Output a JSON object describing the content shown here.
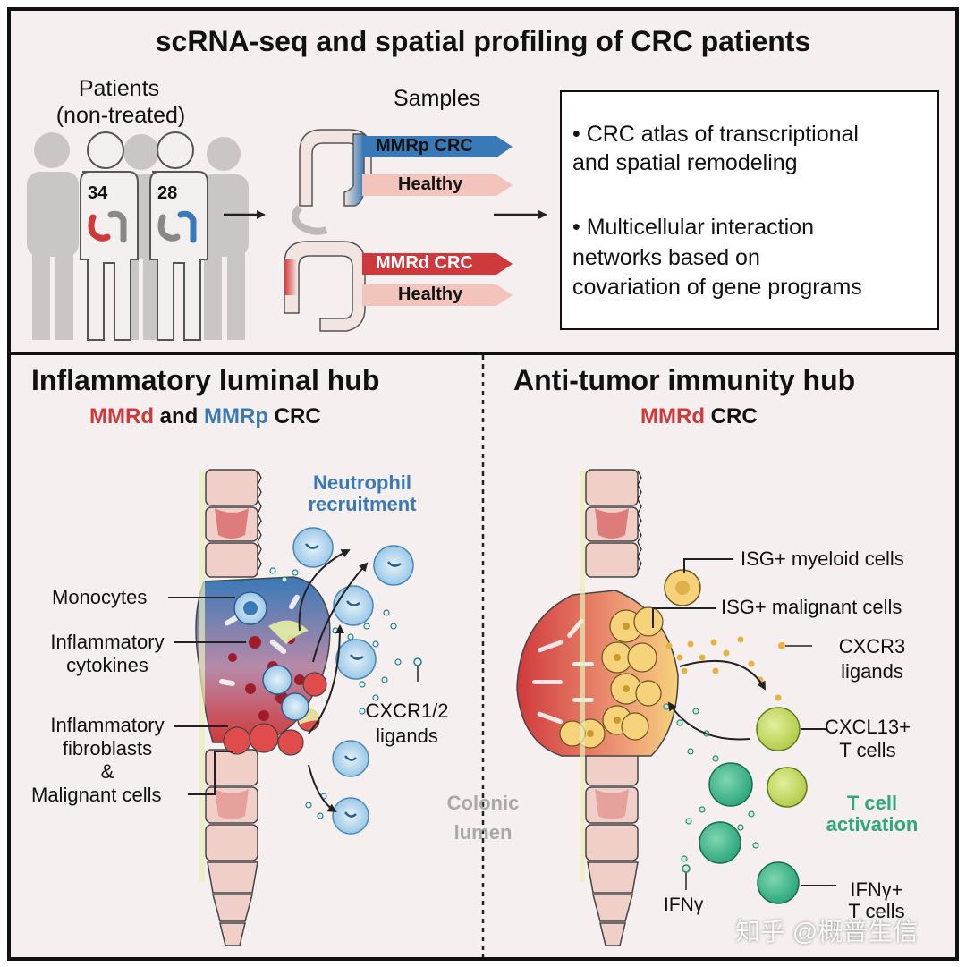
{
  "colors": {
    "panel_bg": "#f6efef",
    "mmrp_blue": "#3a79b8",
    "mmrd_red": "#d0393c",
    "teal": "#2fa87e",
    "healthy_pink": "#f3c4bb",
    "cell_pink": "#f0cfc8",
    "lumen_grey": "#a9a9a9"
  },
  "top": {
    "title": "scRNA-seq and spatial profiling of CRC patients",
    "patients_label_1": "Patients",
    "patients_label_2": "(non-treated)",
    "count_mmrp": "34",
    "count_mmrd": "28",
    "samples_label": "Samples",
    "arrow_mmrp": "MMRp CRC",
    "arrow_healthy_1": "Healthy",
    "arrow_mmrd": "MMRd CRC",
    "arrow_healthy_2": "Healthy",
    "bullet_1_line1": "• CRC atlas of transcriptional",
    "bullet_1_line2": "and spatial remodeling",
    "bullet_2_line1": "• Multicellular interaction",
    "bullet_2_line2": "networks based on",
    "bullet_2_line3": "covariation of gene programs"
  },
  "left_hub": {
    "title": "Inflammatory luminal hub",
    "sub_mmrd": "MMRd",
    "sub_and": "and",
    "sub_mmrp": "MMRp",
    "sub_crc": "CRC",
    "neutrophil_1": "Neutrophil",
    "neutrophil_2": "recruitment",
    "monocytes": "Monocytes",
    "cytokines_1": "Inflammatory",
    "cytokines_2": "cytokines",
    "fibro_1": "Inflammatory",
    "fibro_2": "fibroblasts",
    "fibro_amp": "&",
    "fibro_3": "Malignant cells",
    "cxcr12_1": "CXCR1/2",
    "cxcr12_2": "ligands"
  },
  "lumen": {
    "line1": "Colonic",
    "line2": "lumen"
  },
  "right_hub": {
    "title": "Anti-tumor immunity hub",
    "sub_mmrd": "MMRd",
    "sub_crc": "CRC",
    "isg_myeloid": "ISG+ myeloid cells",
    "isg_malignant": "ISG+ malignant cells",
    "cxcr3_1": "CXCR3",
    "cxcr3_2": "ligands",
    "cxcl13_1": "CXCL13+",
    "cxcl13_2": "T cells",
    "tcell_act_1": "T cell",
    "tcell_act_2": "activation",
    "ifng": "IFNγ",
    "ifng_t_1": "IFNγ+",
    "ifng_t_2": "T cells"
  },
  "watermark": "知乎 @概普生信"
}
